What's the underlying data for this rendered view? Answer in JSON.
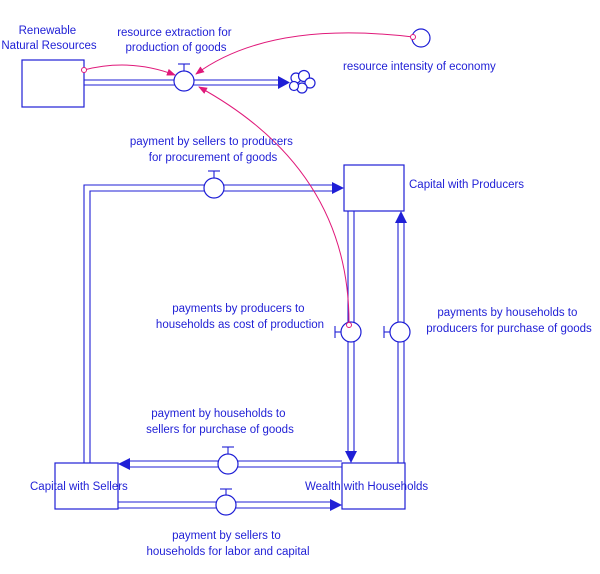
{
  "stocks": {
    "renewable_resources": [
      "Renewable",
      "Natural Resources"
    ],
    "capital_producers": "Capital with Producers",
    "capital_sellers": "Capital with Sellers",
    "wealth_households": "Wealth with Households"
  },
  "flows": {
    "resource_extraction": [
      "resource extraction for",
      "production of goods"
    ],
    "sellers_to_producers": [
      "payment by sellers to producers",
      "for procurement of goods"
    ],
    "producers_to_households": [
      "payments by producers to",
      "households as cost of production"
    ],
    "households_to_producers": [
      "payments by households to",
      "producers for purchase of goods"
    ],
    "households_to_sellers": [
      "payment by households to",
      "sellers for purchase of goods"
    ],
    "sellers_to_households": [
      "payment by sellers to",
      "households for labor and capital"
    ]
  },
  "auxiliaries": {
    "resource_intensity": "resource intensity of economy"
  },
  "colors": {
    "element": "#1f1fd6",
    "link": "#e0197a"
  }
}
